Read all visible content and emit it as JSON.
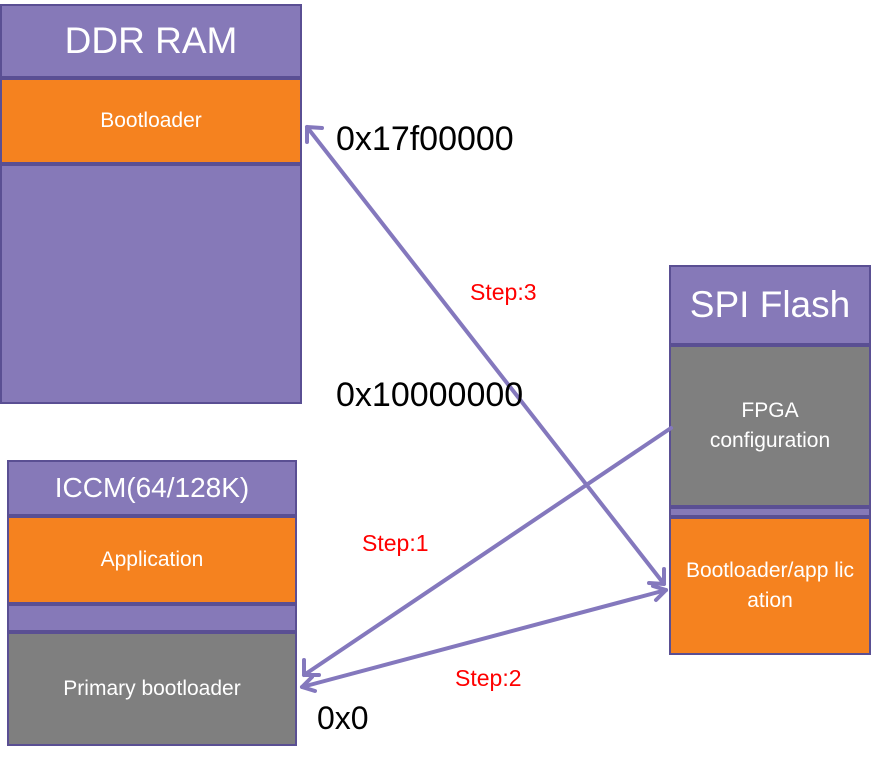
{
  "colors": {
    "header": "#8679b8",
    "orange": "#f5821f",
    "gray": "#7f7f7f",
    "arrow": "#8478bd",
    "step": "#ff0000"
  },
  "ddr": {
    "title": "DDR RAM",
    "bootloader_label": "Bootloader"
  },
  "iccm": {
    "title": "ICCM(64/128K)",
    "application_label": "Application",
    "primary_bootloader_label": "Primary bootloader"
  },
  "spi": {
    "title": "SPI Flash",
    "fpga_label": "FPGA configuration",
    "bootloader_app_label": "Bootloader/app lication"
  },
  "addresses": {
    "a1": "0x17f00000",
    "a2": "0x10000000",
    "a3": "0x0"
  },
  "steps": {
    "s1": "Step:1",
    "s2": "Step:2",
    "s3": "Step:3"
  }
}
